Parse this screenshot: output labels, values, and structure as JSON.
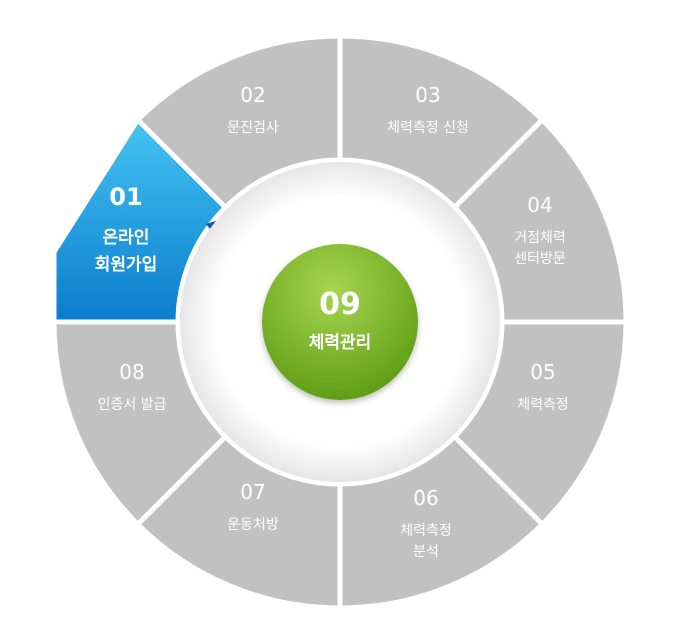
{
  "colors": {
    "segment": "#c1c1c1",
    "active_top": "#45c4f2",
    "active_bottom": "#0a7ccd",
    "arrow": "#1556a8",
    "hub_top": "#a8d650",
    "hub_bottom": "#5b9a12",
    "separator": "#ffffff",
    "ring": "#f2f2f2"
  },
  "steps": [
    {
      "id": "01",
      "lines": [
        "온라인",
        "회원가입"
      ],
      "active": true
    },
    {
      "id": "02",
      "lines": [
        "문진검사"
      ]
    },
    {
      "id": "03",
      "lines": [
        "체력측정 신청"
      ]
    },
    {
      "id": "04",
      "lines": [
        "거점체력",
        "센터방문"
      ]
    },
    {
      "id": "05",
      "lines": [
        "체력측정"
      ]
    },
    {
      "id": "06",
      "lines": [
        "체력측정",
        "분석"
      ]
    },
    {
      "id": "07",
      "lines": [
        "운동처방"
      ]
    },
    {
      "id": "08",
      "lines": [
        "인증서 발급"
      ]
    }
  ],
  "center": {
    "id": "09",
    "label": "체력관리"
  }
}
